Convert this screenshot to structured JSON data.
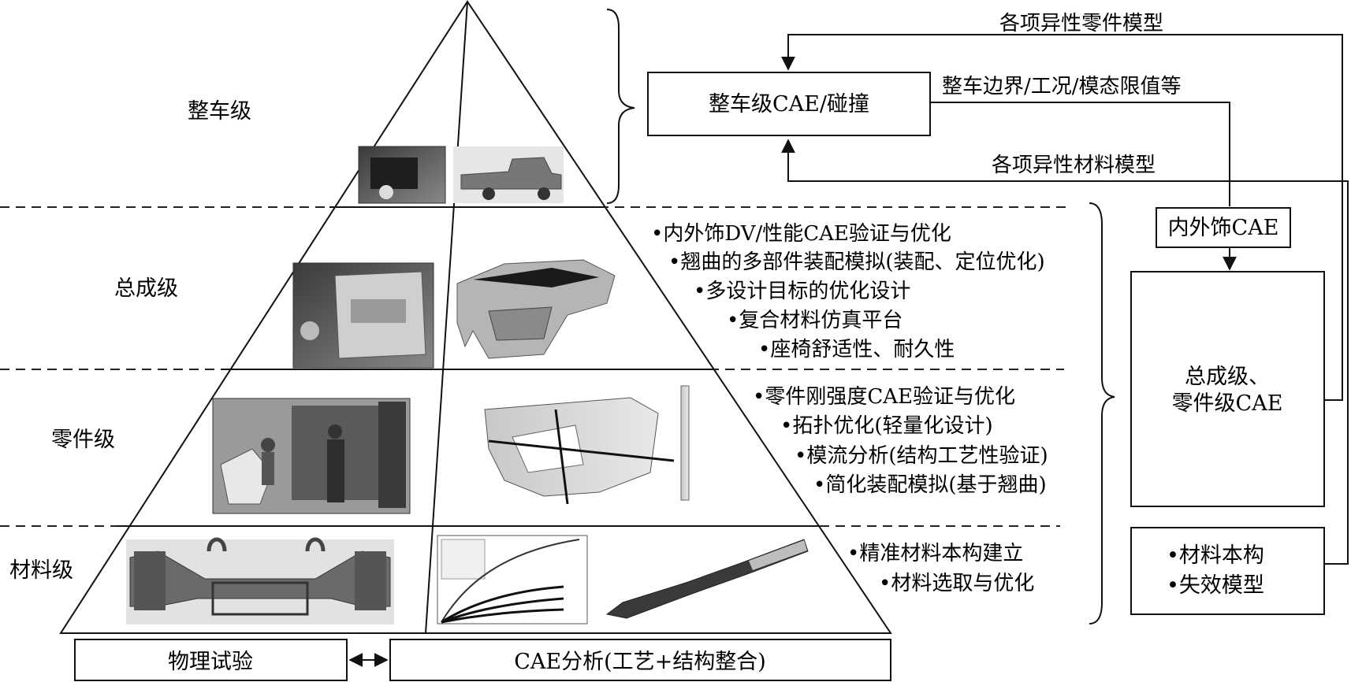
{
  "levels": {
    "vehicle": "整车级",
    "assembly": "总成级",
    "part": "零件级",
    "material": "材料级"
  },
  "boxes": {
    "vehicle_cae": "整车级CAE/碰撞",
    "interior_cae": "内外饰CAE",
    "assembly_part_cae": [
      "总成级、",
      "零件级CAE"
    ],
    "material_model": [
      "•材料本构",
      "•失效模型"
    ],
    "physical_test": "物理试验",
    "cae_analysis": "CAE分析(工艺+结构整合)"
  },
  "flow_labels": {
    "part_models": "各项异性零件模型",
    "boundary": "整车边界/工况/模态限值等",
    "material_models": "各项异性材料模型"
  },
  "bullets": {
    "assembly": [
      "•内外饰DV/性能CAE验证与优化",
      "•翘曲的多部件装配模拟(装配、定位优化)",
      "•多设计目标的优化设计",
      "•复合材料仿真平台",
      "•座椅舒适性、耐久性"
    ],
    "part": [
      "•零件刚强度CAE验证与优化",
      "•拓扑优化(轻量化设计)",
      "•模流分析(结构工艺性验证)",
      "•简化装配模拟(基于翘曲)"
    ],
    "material": [
      "•精准材料本构建立",
      "•材料选取与优化"
    ]
  },
  "photos": [
    "crash-test-photo",
    "pickup-truck-model",
    "door-panel-test-photo",
    "instrument-panel-mesh",
    "injection-machine-photo",
    "door-trim-contour",
    "bumper-beam-test-photo",
    "stress-strain-curves",
    "tensile-specimen-contour"
  ]
}
